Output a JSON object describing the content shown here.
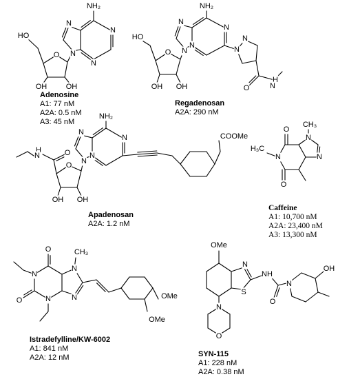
{
  "compounds": {
    "adenosine": {
      "name": "Adenosine",
      "rows": [
        "A1: 77 nM",
        "A2A: 0.5 nM",
        "A3: 45 nM"
      ]
    },
    "regadenosan": {
      "name": "Regadenosan",
      "rows": [
        "A2A: 290 nM"
      ]
    },
    "apadenosan": {
      "name": "Apadenosan",
      "rows": [
        "A2A: 1.2 nM"
      ]
    },
    "caffeine": {
      "name": "Caffeine",
      "rows": [
        "A1: 10,700 nM",
        "A2A: 23,400 nM",
        "A3: 13,300 nM"
      ]
    },
    "istradefylline": {
      "name": "Istradefylline/KW-6002",
      "rows": [
        "A1: 841 nM",
        "A2A: 12 nM"
      ]
    },
    "syn115": {
      "name": "SYN-115",
      "rows": [
        "A1: 228 nM",
        "A2A: 0.38 nM"
      ]
    }
  },
  "atoms": {
    "nh2": "NH₂",
    "n": "N",
    "o": "O",
    "oh": "OH",
    "ho": "HO",
    "h": "H",
    "ome": "OMe",
    "coome": "COOMe",
    "ch3": "CH₃",
    "h3c": "H₃C",
    "s": "S",
    "nh": "NH"
  },
  "colors": {
    "ink": "#000000",
    "background": "#ffffff"
  }
}
